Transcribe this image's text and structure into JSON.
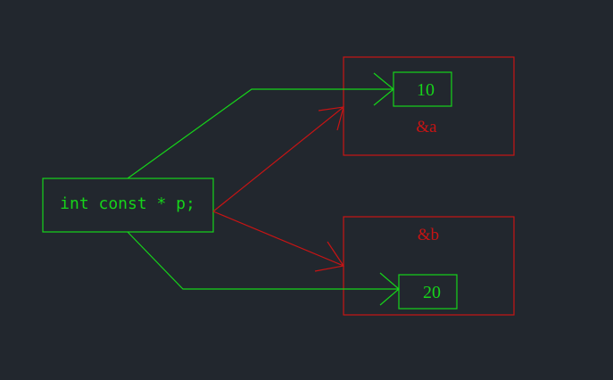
{
  "diagram": {
    "pointer_label": "int const * p;",
    "box_a": {
      "value": "10",
      "address": "&a"
    },
    "box_b": {
      "value": "20",
      "address": "&b"
    },
    "colors": {
      "background": "#22272e",
      "green": "#16d41a",
      "red": "#c81414"
    }
  }
}
